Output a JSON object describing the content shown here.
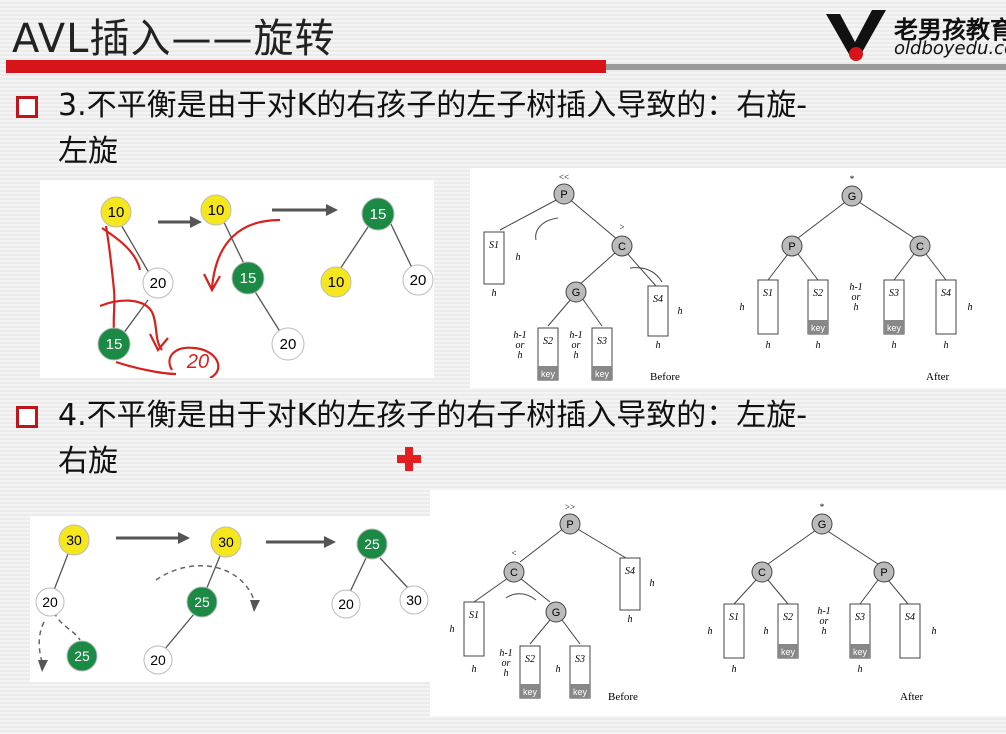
{
  "slide": {
    "title": "AVL插入——旋转",
    "logo": {
      "brand": "老男孩教育",
      "url": "oldboyedu.com"
    },
    "case3": {
      "line1": "3.不平衡是由于对K的右孩子的左子树插入导致的：右旋-",
      "line2": "左旋"
    },
    "case4": {
      "line1": "4.不平衡是由于对K的左孩子的右子树插入导致的：左旋-",
      "line2": "右旋"
    }
  },
  "example3": {
    "n1": "10",
    "n2": "20",
    "n3": "15",
    "n4": "10",
    "n5": "15",
    "n6": "20",
    "n7": "15",
    "n8": "10",
    "n9": "20",
    "handwritten": "20"
  },
  "example4": {
    "n1": "30",
    "n2": "20",
    "n3": "25",
    "n4": "30",
    "n5": "25",
    "n6": "20",
    "n7": "25",
    "n8": "20",
    "n9": "30"
  },
  "diagram_rl": {
    "before": {
      "P": "P",
      "C": "C",
      "G": "G",
      "S1": "S1",
      "S2": "S2",
      "S3": "S3",
      "S4": "S4",
      "key": "key",
      "h": "h",
      "hm1": "h-1",
      "or": "or",
      "mark_p": "<<",
      "mark_c": ">",
      "label": "Before"
    },
    "after": {
      "G": "G",
      "P": "P",
      "C": "C",
      "S1": "S1",
      "S2": "S2",
      "S3": "S3",
      "S4": "S4",
      "key": "key",
      "h": "h",
      "hm1": "h-1",
      "or": "or",
      "star": "*",
      "label": "After"
    }
  },
  "diagram_lr": {
    "before": {
      "P": "P",
      "C": "C",
      "G": "G",
      "S1": "S1",
      "S2": "S2",
      "S3": "S3",
      "S4": "S4",
      "key": "key",
      "h": "h",
      "hm1": "h-1",
      "or": "or",
      "mark_p": ">>",
      "mark_c": "<",
      "label": "Before"
    },
    "after": {
      "G": "G",
      "C": "C",
      "P": "P",
      "S1": "S1",
      "S2": "S2",
      "S3": "S3",
      "S4": "S4",
      "key": "key",
      "h": "h",
      "hm1": "h-1",
      "or": "or",
      "star": "*",
      "label": "After"
    }
  },
  "colors": {
    "accent": "#d8141b",
    "yellow_node": "#f5e61e",
    "green_node": "#1a8a44",
    "pen": "#d6211c"
  }
}
